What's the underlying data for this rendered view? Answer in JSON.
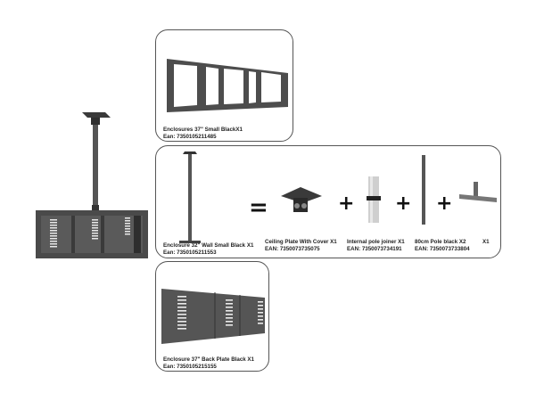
{
  "main_product": {
    "image": "ceiling-mounted-enclosure-assembly"
  },
  "components": {
    "enclosure_front": {
      "name": "Enclosures 37\" Small BlackX1",
      "ean": "Ean: 7350105211485"
    },
    "wall_enclosure": {
      "name": "Enclosure 32\" Wall Small Black X1",
      "ean": "Ean: 7350105211553"
    },
    "ceiling_plate": {
      "name": "Ceiling Plate With Cover X1",
      "ean": "EAN: 7350073735075"
    },
    "pole_joiner": {
      "name": "Internal pole joiner X1",
      "ean": "EAN: 7350073734191"
    },
    "pole": {
      "name": "80cm Pole black X2",
      "ean": "EAN:  7350073733804"
    },
    "t_bracket": {
      "name": "X1"
    },
    "back_plate": {
      "name": "Enclosure 37\" Back Plate Black  X1",
      "ean": "Ean: 7350105215155"
    }
  },
  "symbols": {
    "equals": "=",
    "plus": "+"
  }
}
